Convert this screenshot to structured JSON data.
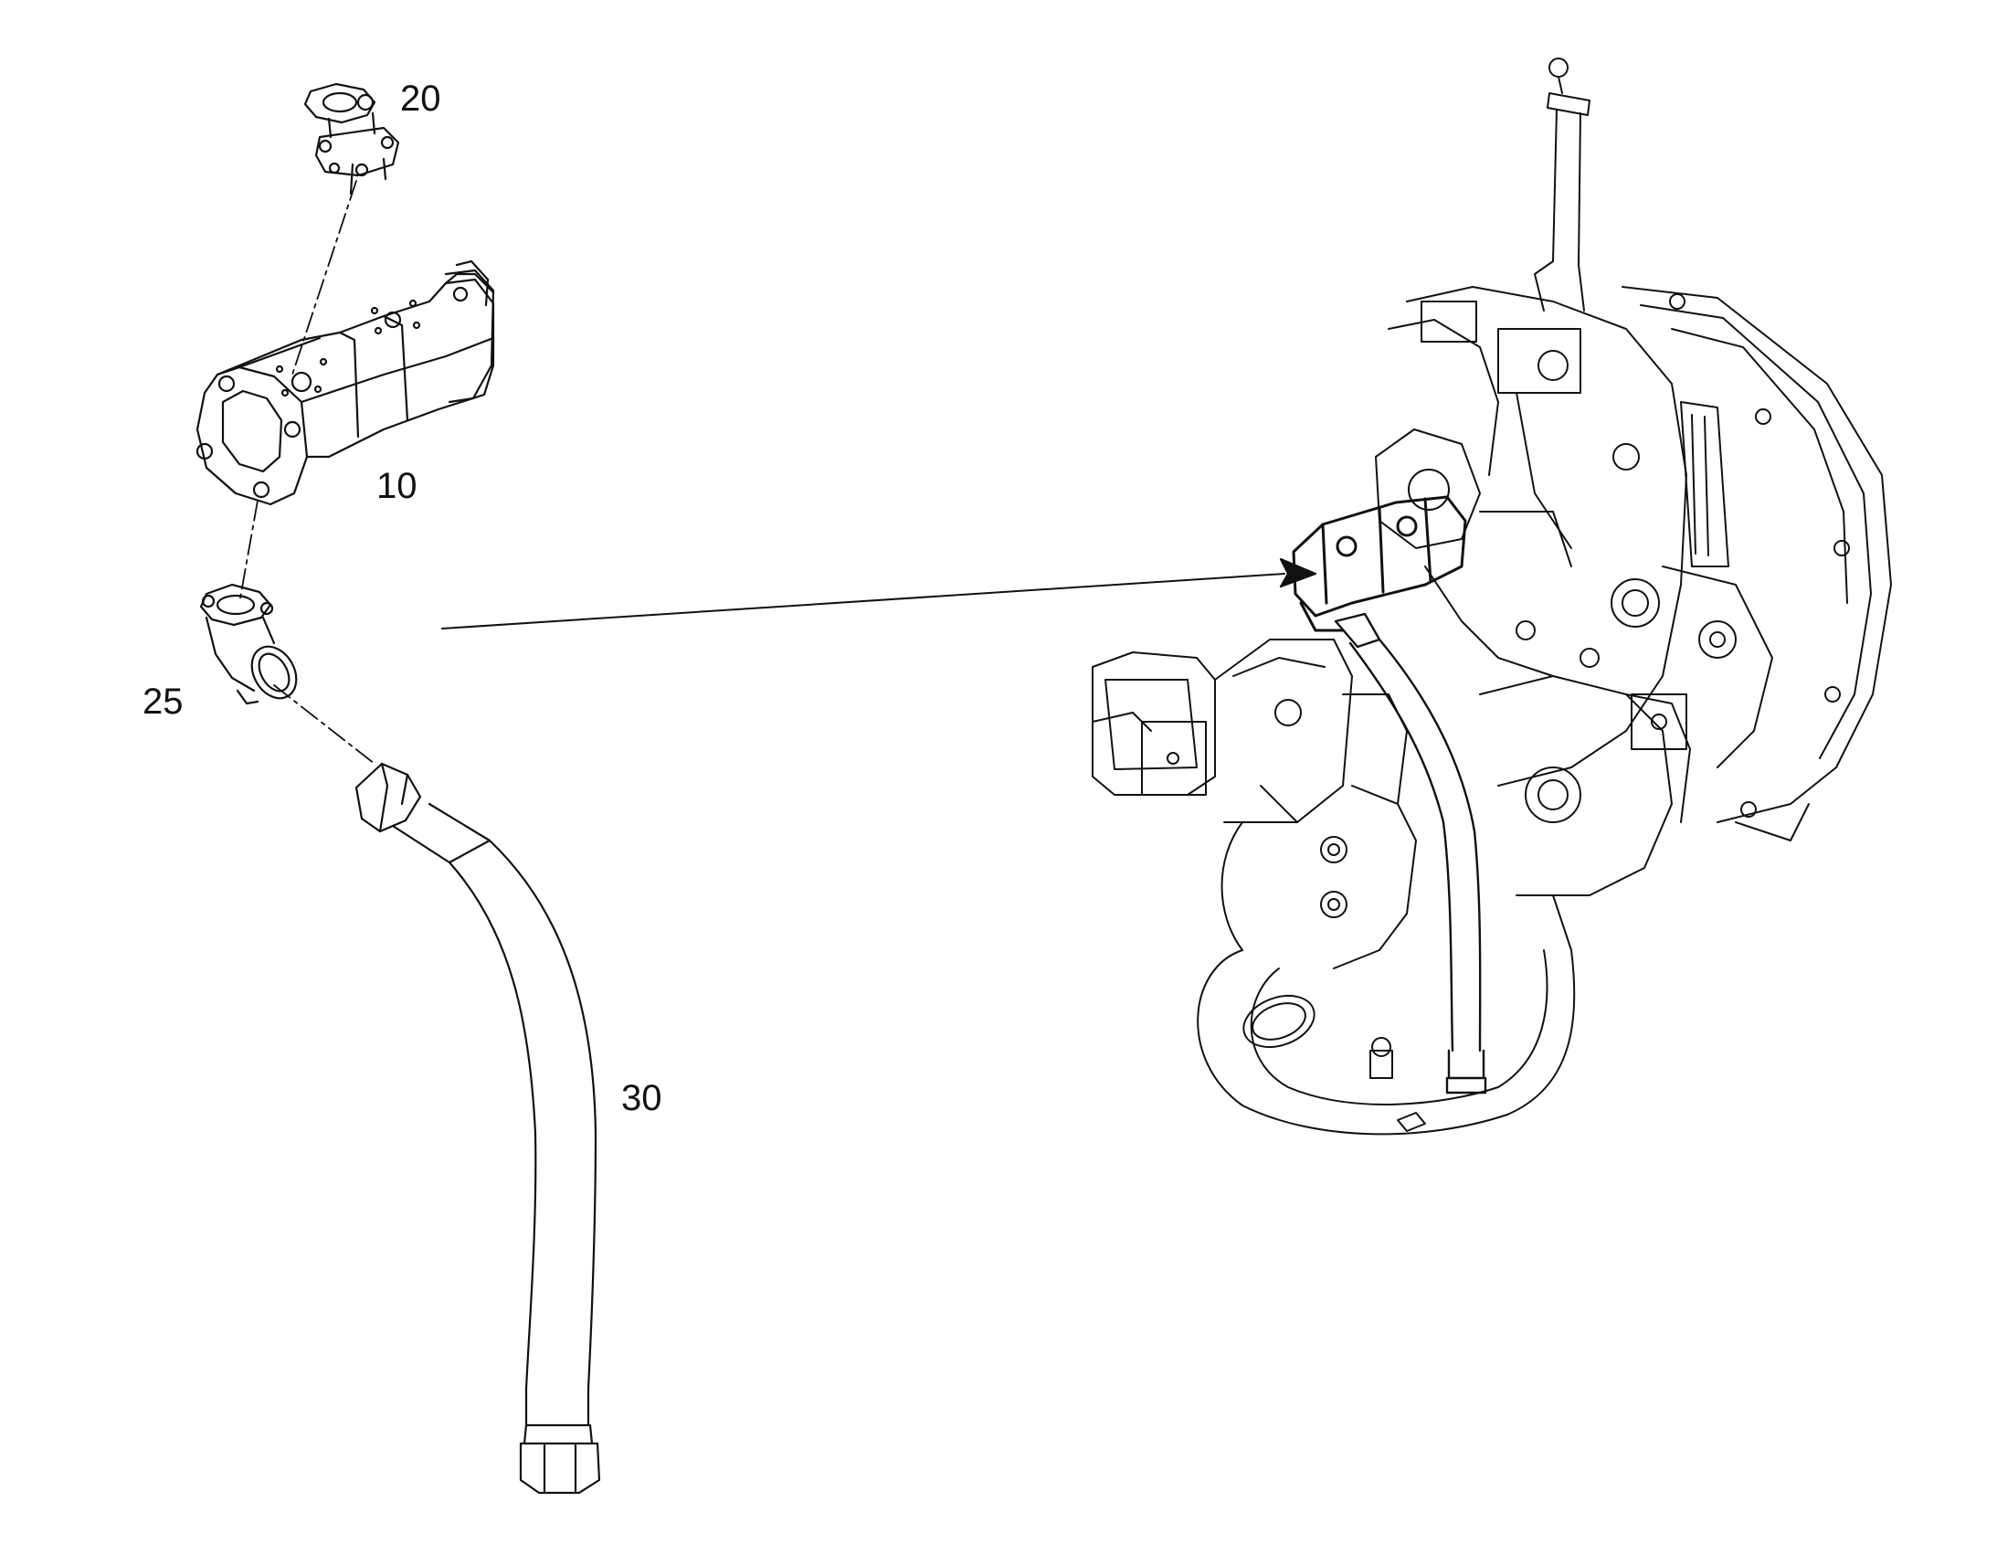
{
  "callouts": {
    "pump": "10",
    "top_flange": "20",
    "side_flange": "25",
    "hose": "30"
  },
  "colors": {
    "line": "#111111",
    "background": "#ffffff"
  }
}
